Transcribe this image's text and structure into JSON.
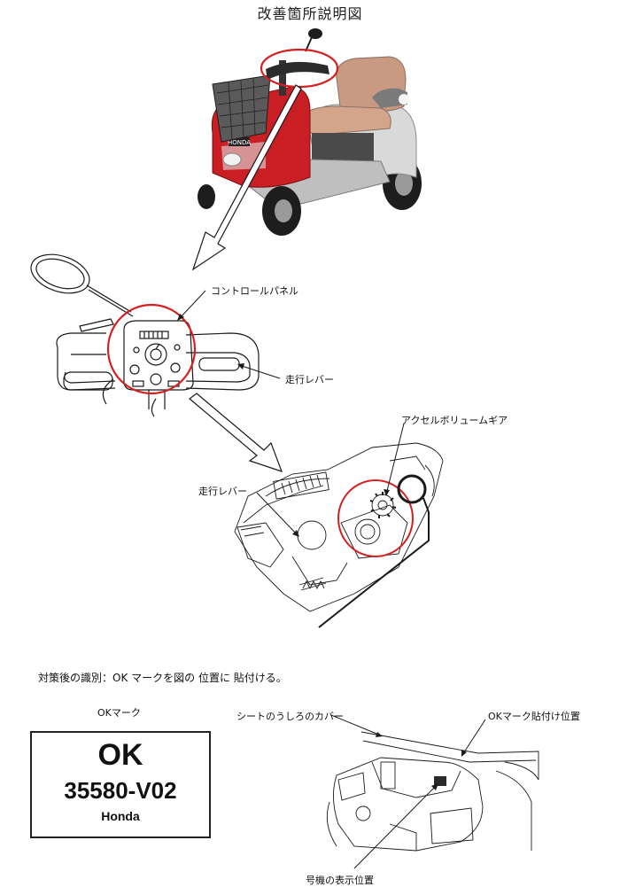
{
  "title": "改善箇所説明図",
  "labels": {
    "control_panel": "コントロールパネル",
    "drive_lever_1": "走行レバー",
    "drive_lever_2": "走行レバー",
    "accel_gear": "アクセルボリュームギア",
    "instruction": "対策後の識別：OK マークを図の 位置に 貼付ける。",
    "ok_mark_caption": "OKマーク",
    "seat_back_cover": "シートのうしろのカバー",
    "ok_mark_position": "OKマーク貼付け位置",
    "serial_position": "号機の表示位置"
  },
  "ok_label": {
    "big": "OK",
    "code": "35580-V02",
    "brand": "Honda"
  },
  "scooter_badge": "HONDA",
  "colors": {
    "highlight_circle": "#d42020",
    "body_red": "#c81e24",
    "body_silver": "#c9c9c9",
    "seat": "#c89a82",
    "line": "#1a1a1a"
  }
}
